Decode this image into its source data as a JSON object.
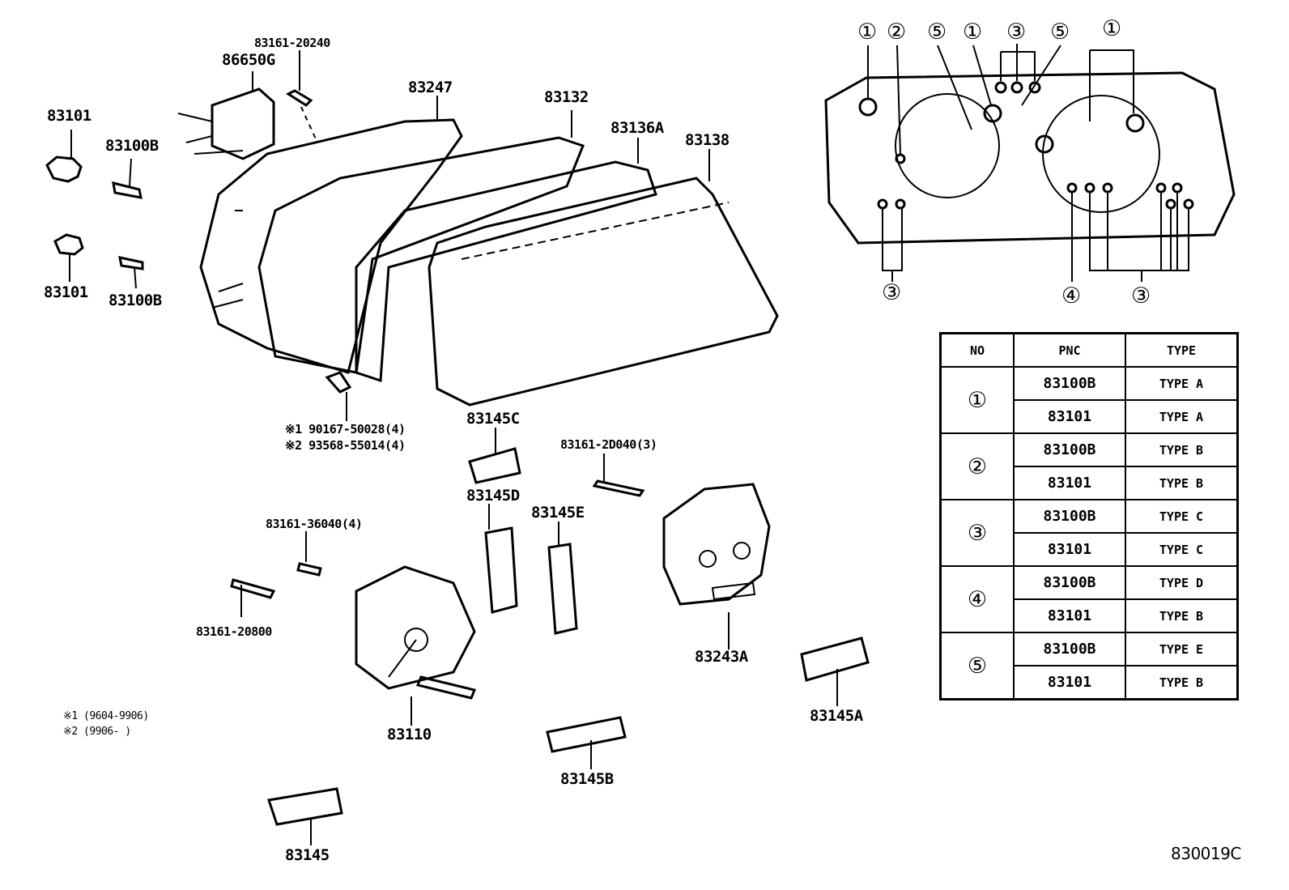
{
  "callouts": {
    "p83101_top": "83101",
    "p83100B_top": "83100B",
    "p83101_bottom": "83101",
    "p83100B_bottom": "83100B",
    "p86650G": "86650G",
    "p83161_20240": "83161-20240",
    "p83247": "83247",
    "p83132": "83132",
    "p83136A": "83136A",
    "p83138": "83138",
    "bolt_note_1": "※1 90167-50028(4)",
    "bolt_note_2": "※2 93568-55014(4)",
    "p83145C": "83145C",
    "p83161_2D040": "83161-2D040(3)",
    "p83145D": "83145D",
    "p83145E": "83145E",
    "p83161_36040": "83161-36040(4)",
    "p83161_20800": "83161-20800",
    "p83243A": "83243A",
    "p83110": "83110",
    "p83145A": "83145A",
    "p83145B": "83145B",
    "p83145": "83145",
    "footnote_1": "※1 (9604-9906)",
    "footnote_2": "※2 (9906-     )",
    "diagram_code": "830019C"
  },
  "bulb_index": {
    "top": [
      "①",
      "②",
      "⑤",
      "①",
      "③",
      "⑤",
      "①"
    ],
    "bottom": [
      "③",
      "④",
      "③"
    ]
  },
  "table": {
    "headers": [
      "NO",
      "PNC",
      "TYPE"
    ],
    "groups": [
      {
        "no": "①",
        "rows": [
          {
            "pnc": "83100B",
            "type": "TYPE A"
          },
          {
            "pnc": "83101",
            "type": "TYPE A"
          }
        ]
      },
      {
        "no": "②",
        "rows": [
          {
            "pnc": "83100B",
            "type": "TYPE B"
          },
          {
            "pnc": "83101",
            "type": "TYPE B"
          }
        ]
      },
      {
        "no": "③",
        "rows": [
          {
            "pnc": "83100B",
            "type": "TYPE C"
          },
          {
            "pnc": "83101",
            "type": "TYPE C"
          }
        ]
      },
      {
        "no": "④",
        "rows": [
          {
            "pnc": "83100B",
            "type": "TYPE D"
          },
          {
            "pnc": "83101",
            "type": "TYPE B"
          }
        ]
      },
      {
        "no": "⑤",
        "rows": [
          {
            "pnc": "83100B",
            "type": "TYPE E"
          },
          {
            "pnc": "83101",
            "type": "TYPE B"
          }
        ]
      }
    ]
  }
}
